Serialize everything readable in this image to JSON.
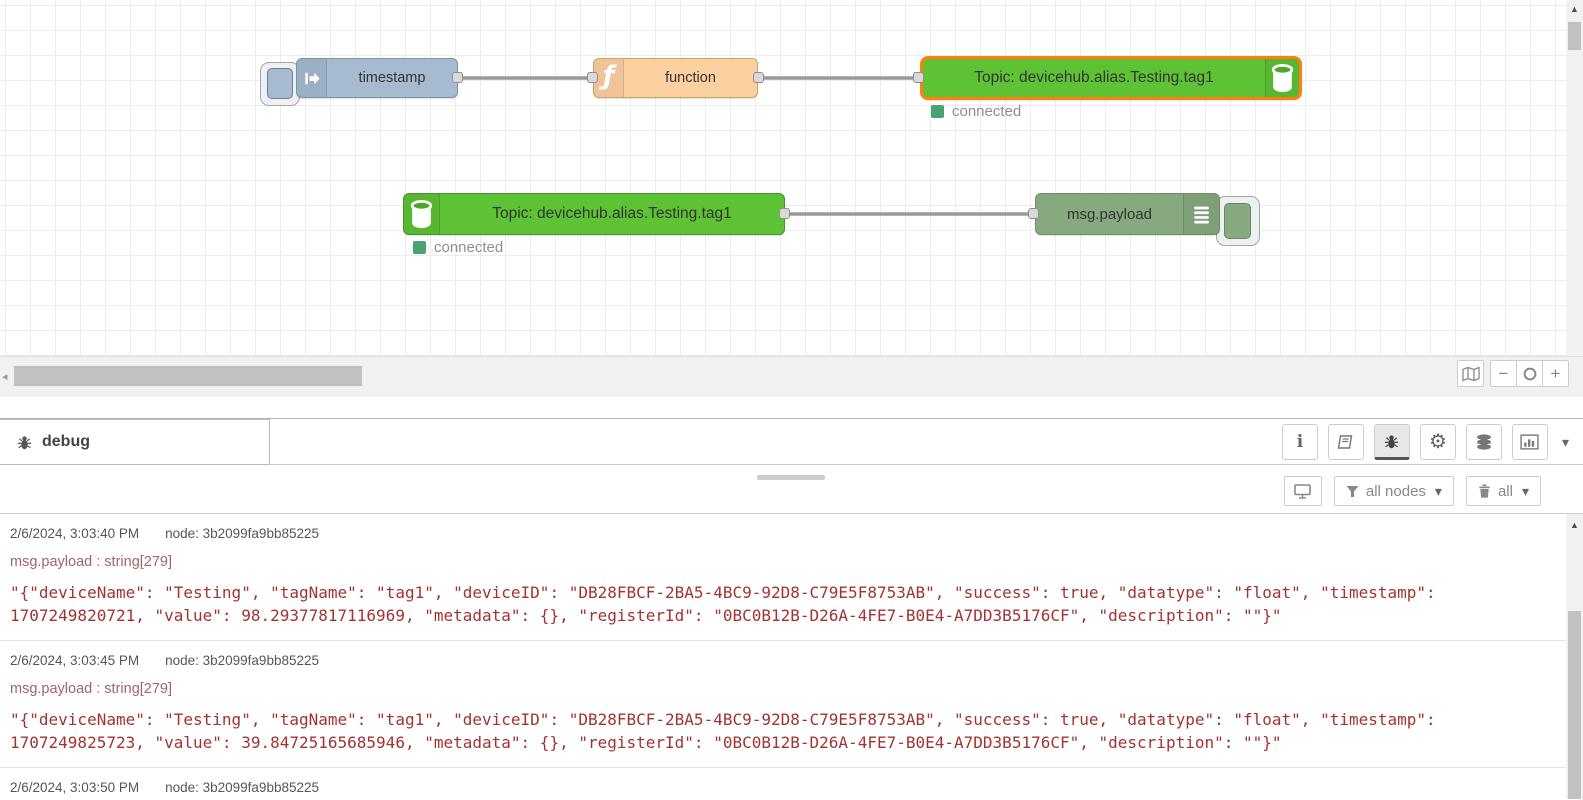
{
  "colors": {
    "inject": "#a6bbcf",
    "function": "#fdd0a2",
    "devicehub": "#5dc234",
    "debug": "#87a980",
    "selected": "#ff7f0e",
    "status": "#4aa273",
    "wire": "#999999",
    "meta": "#a06666",
    "payload": "#a33333"
  },
  "flow": {
    "inject_node": {
      "label": "timestamp"
    },
    "function_node": {
      "label": "function",
      "glyph": "ƒ"
    },
    "publish_node": {
      "label": "Topic: devicehub.alias.Testing.tag1",
      "status": "connected"
    },
    "subscribe_node": {
      "label": "Topic: devicehub.alias.Testing.tag1",
      "status": "connected"
    },
    "debug_node": {
      "label": "msg.payload"
    }
  },
  "icons": {
    "gear": "⚙",
    "info": "i",
    "minus": "−",
    "plus": "+",
    "caret_down": "▾",
    "scroll_up": "▲",
    "scroll_left": "◂"
  },
  "debug_panel": {
    "tab_label": "debug",
    "toolbar": {
      "nodes_filter_label": "all nodes",
      "clear_label": "all"
    },
    "messages": [
      {
        "time": "2/6/2024, 3:03:40 PM",
        "node": "node: 3b2099fa9bb85225",
        "meta": "msg.payload : string[279]",
        "payload": "\"{\"deviceName\": \"Testing\", \"tagName\": \"tag1\", \"deviceID\": \"DB28FBCF-2BA5-4BC9-92D8-C79E5F8753AB\", \"success\": true, \"datatype\": \"float\", \"timestamp\": 1707249820721, \"value\": 98.29377817116969, \"metadata\": {}, \"registerId\": \"0BC0B12B-D26A-4FE7-B0E4-A7DD3B5176CF\", \"description\": \"\"}\""
      },
      {
        "time": "2/6/2024, 3:03:45 PM",
        "node": "node: 3b2099fa9bb85225",
        "meta": "msg.payload : string[279]",
        "payload": "\"{\"deviceName\": \"Testing\", \"tagName\": \"tag1\", \"deviceID\": \"DB28FBCF-2BA5-4BC9-92D8-C79E5F8753AB\", \"success\": true, \"datatype\": \"float\", \"timestamp\": 1707249825723, \"value\": 39.84725165685946, \"metadata\": {}, \"registerId\": \"0BC0B12B-D26A-4FE7-B0E4-A7DD3B5176CF\", \"description\": \"\"}\""
      },
      {
        "time": "2/6/2024, 3:03:50 PM",
        "node": "node: 3b2099fa9bb85225"
      }
    ]
  }
}
